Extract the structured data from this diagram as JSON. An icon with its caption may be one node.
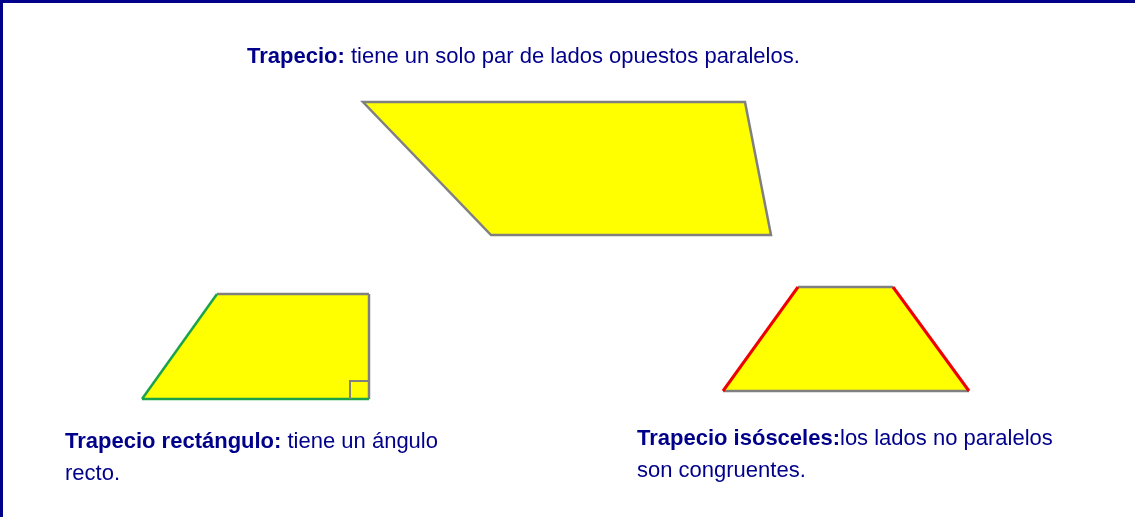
{
  "diagram": {
    "labels": [
      "**Trapecio:** tiene un solo par de lados opuestos paralelos.",
      "**Trapecio rectángulo:** tiene un ángulo recto.",
      "**Trapecio isósceles:**los lados no paralelos son congruentes."
    ]
  }
}
